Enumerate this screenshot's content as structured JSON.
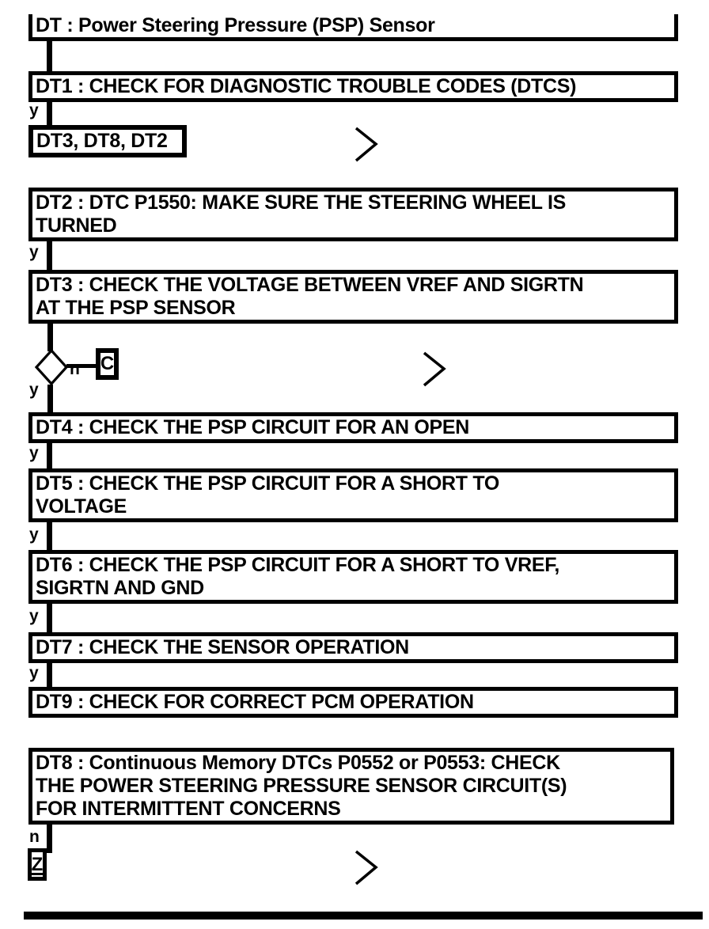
{
  "page": {
    "background_color": "#ffffff",
    "ink_color": "#000000"
  },
  "flowchart": {
    "title_box": {
      "line1": "DT : Power Steering Pressure (PSP) Sensor"
    },
    "dt1": {
      "line1": "DT1 : CHECK FOR DIAGNOSTIC TROUBLE CODES (DTCS)",
      "branch_label": "y"
    },
    "jump_box": {
      "label": "DT3, DT8, DT2"
    },
    "dt2": {
      "line1": "DT2 : DTC P1550: MAKE SURE THE STEERING WHEEL IS",
      "line2": "TURNED",
      "branch_label": "y"
    },
    "dt3": {
      "line1": "DT3 : CHECK THE VOLTAGE BETWEEN VREF AND SIGRTN",
      "line2": "AT THE PSP SENSOR",
      "branch_yes_label": "y",
      "branch_no_label": "n"
    },
    "connector_c": {
      "label": "C"
    },
    "dt4": {
      "line1": "DT4 : CHECK THE PSP CIRCUIT FOR AN OPEN",
      "branch_label": "y"
    },
    "dt5": {
      "line1": "DT5 : CHECK THE PSP CIRCUIT FOR A SHORT TO",
      "line2": "VOLTAGE",
      "branch_label": "y"
    },
    "dt6": {
      "line1": "DT6 : CHECK THE PSP CIRCUIT FOR A SHORT TO VREF,",
      "line2": "SIGRTN AND GND",
      "branch_label": "y"
    },
    "dt7": {
      "line1": "DT7 : CHECK THE SENSOR OPERATION",
      "branch_label": "y"
    },
    "dt9": {
      "line1": "DT9 : CHECK FOR CORRECT PCM OPERATION"
    },
    "dt8": {
      "line1": "DT8 : Continuous Memory DTCs P0552 or P0553: CHECK",
      "line2": "THE POWER STEERING PRESSURE SENSOR CIRCUIT(S)",
      "line3": "FOR INTERMITTENT CONCERNS",
      "branch_label": "n"
    },
    "connector_z": {
      "label": "Z"
    }
  }
}
